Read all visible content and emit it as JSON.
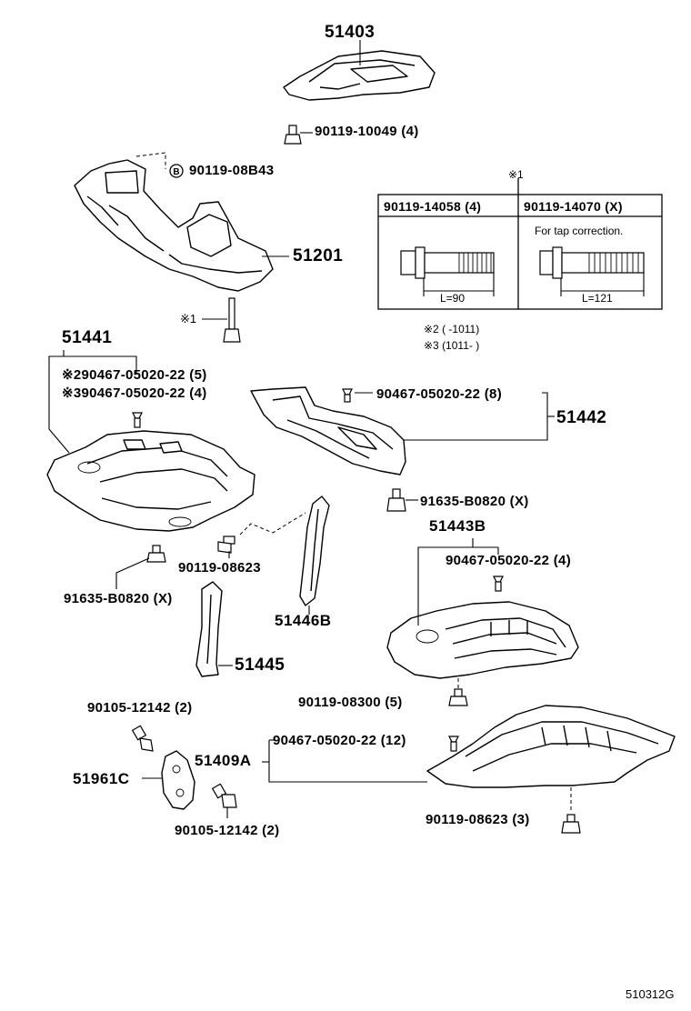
{
  "labels": {
    "p51403": "51403",
    "p90119_10049": "90119-10049 (4)",
    "p90119_08b43": "90119-08B43",
    "p51201": "51201",
    "ref1_bolt": "※1",
    "p51441": "51441",
    "p90467_a": "※290467-05020-22 (5)",
    "p90467_b": "※390467-05020-22 (4)",
    "p90467_c": "90467-05020-22 (8)",
    "p51442": "51442",
    "p91635_r": "91635-B0820 (X)",
    "p90119_08623": "90119-08623",
    "p91635_l": "91635-B0820 (X)",
    "p51446b": "51446B",
    "p51443b": "51443B",
    "p90467_d": "90467-05020-22 (4)",
    "p51445": "51445",
    "p90119_08300": "90119-08300 (5)",
    "p90105_top": "90105-12142 (2)",
    "p90467_e": "90467-05020-22 (12)",
    "p51409a": "51409A",
    "p51961c": "51961C",
    "p90105_bot": "90105-12142 (2)",
    "p90119_08623_3": "90119-08623 (3)",
    "diagram_id": "510312G"
  },
  "table": {
    "ref": "※1",
    "col1_header": "90119-14058 (4)",
    "col2_header": "90119-14070 (X)",
    "col2_note": "For tap correction.",
    "col1_length": "L=90",
    "col2_length": "L=121"
  },
  "notes": {
    "note2": "※2 (        -1011)",
    "note3": "※3 (1011-        )"
  },
  "circle_marker": "B",
  "icons": {
    "bolt": "bolt-icon",
    "clip": "clip-icon"
  }
}
